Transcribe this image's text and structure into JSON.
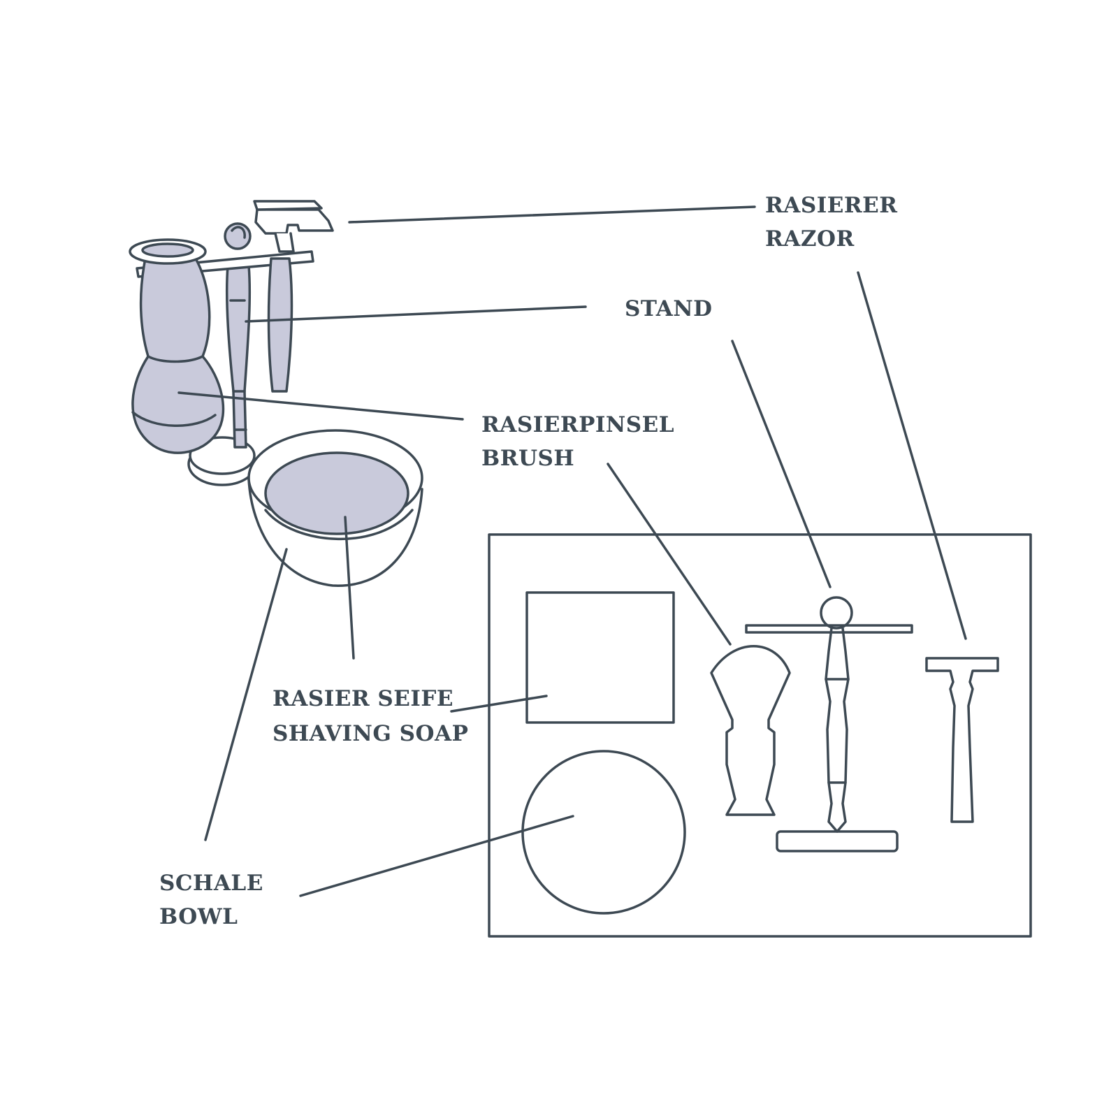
{
  "colors": {
    "ink": "#3d4953",
    "fill": "#c9cadb",
    "background": "#ffffff"
  },
  "labels": {
    "razor": {
      "line1": "RASIERER",
      "line2": "RAZOR"
    },
    "stand": {
      "line1": "STAND"
    },
    "brush": {
      "line1": "RASIERPINSEL",
      "line2": "BRUSH"
    },
    "soap": {
      "line1": "RASIER SEIFE",
      "line2": "SHAVING SOAP"
    },
    "bowl": {
      "line1": "SCHALE",
      "line2": "BOWL"
    }
  }
}
